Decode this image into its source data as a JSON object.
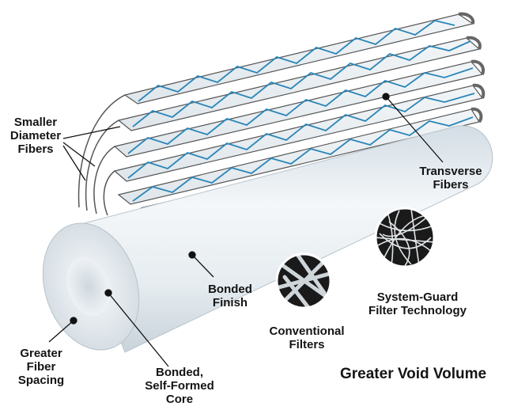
{
  "labels": {
    "smaller_diameter_fibers": "Smaller\nDiameter\nFibers",
    "transverse_fibers": "Transverse\nFibers",
    "bonded_finish": "Bonded\nFinish",
    "system_guard": "System-Guard\nFilter Technology",
    "conventional_filters": "Conventional\nFilters",
    "greater_fiber_spacing": "Greater\nFiber\nSpacing",
    "bonded_core": "Bonded,\nSelf-Formed\nCore",
    "greater_void_volume": "Greater Void Volume"
  },
  "colors": {
    "fiber_blue": "#2a86b8",
    "cartridge_fill": "#e9eef2",
    "label_text": "#141414"
  }
}
